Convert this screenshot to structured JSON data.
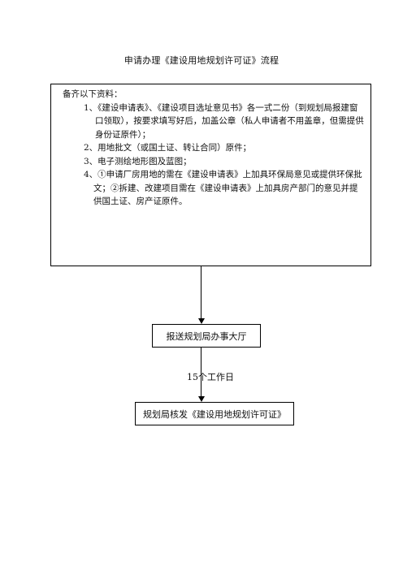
{
  "title": "申请办理《建设用地规划许可证》流程",
  "requirements": {
    "heading": "备齐以下资料：",
    "items": [
      "1、《建设申请表》、《建设项目选址意见书》各一式二份（到规划局报建窗口领取），按要求填写好后，加盖公章（私人申请者不用盖章，但需提供身份证原件）；",
      "2、用地批文（或国土证、转让合同）原件；",
      "3、电子测绘地形图及蓝图；",
      "4、①申请厂房用地的需在《建设申请表》上加具环保局意见或提供环保批文；②拆建、改建项目需在《建设申请表》上加具房产部门的意见并提供国土证、房产证原件。"
    ]
  },
  "steps": {
    "submit": "报送规划局办事大厅",
    "duration": "15个工作日",
    "issue": "规划局核发《建设用地规划许可证》"
  }
}
